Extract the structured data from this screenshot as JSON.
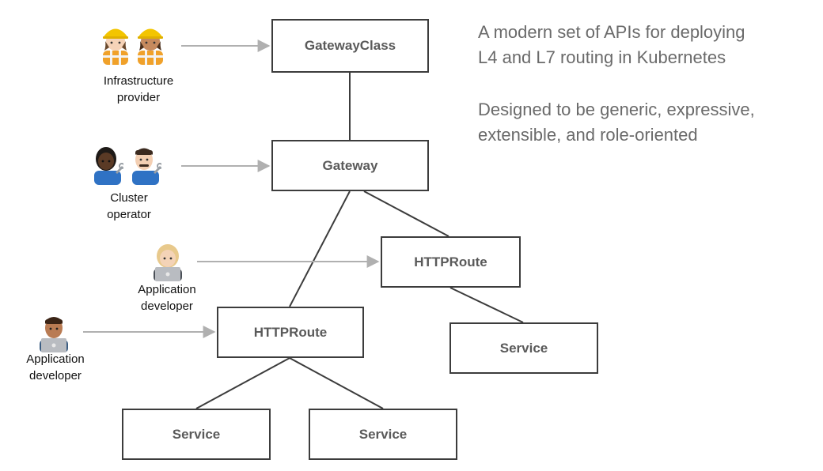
{
  "description": {
    "lines_1": [
      "A modern set of APIs for deploying",
      "L4 and L7 routing in Kubernetes"
    ],
    "lines_2": [
      "Designed to be generic, expressive,",
      "extensible, and role-oriented"
    ]
  },
  "nodes": {
    "gatewayclass": "GatewayClass",
    "gateway": "Gateway",
    "httproute_right": "HTTPRoute",
    "httproute_left": "HTTPRoute",
    "service_right": "Service",
    "service_bottom_left": "Service",
    "service_bottom_right": "Service"
  },
  "roles": {
    "infrastructure": [
      "Infrastructure",
      "provider"
    ],
    "cluster": [
      "Cluster",
      "operator"
    ],
    "appdev_right": [
      "Application",
      "developer"
    ],
    "appdev_left": [
      "Application",
      "developer"
    ]
  },
  "icons": {
    "infrastructure": [
      "construction-worker-woman-light-icon",
      "construction-worker-woman-medium-icon"
    ],
    "cluster": [
      "mechanic-woman-dark-icon",
      "mechanic-man-light-icon"
    ],
    "appdev_right": "technologist-woman-blonde-icon",
    "appdev_left": "technologist-man-medium-icon"
  },
  "colors": {
    "box_border": "#3c3c3c",
    "box_text": "#5a5a5a",
    "arrow": "#b0b0b0",
    "connector": "#3c3c3c",
    "description_text": "#6a6a6a"
  }
}
